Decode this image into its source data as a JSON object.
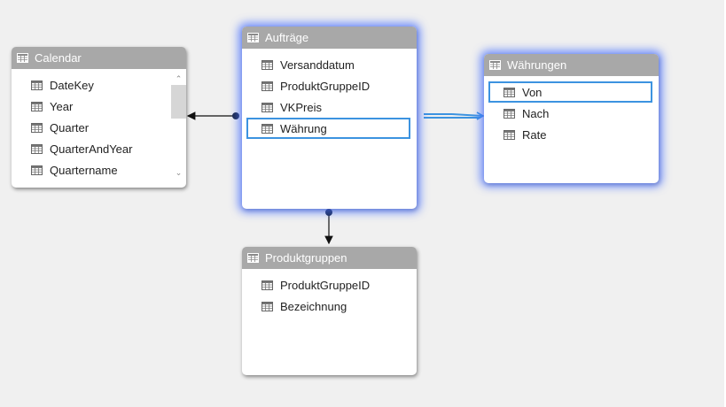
{
  "tables": {
    "calendar": {
      "title": "Calendar",
      "fields": [
        "DateKey",
        "Year",
        "Quarter",
        "QuarterAndYear",
        "Quartername"
      ]
    },
    "auftraege": {
      "title": "Aufträge",
      "fields": [
        "Versanddatum",
        "ProduktGruppeID",
        "VKPreis",
        "Währung"
      ]
    },
    "waehrungen": {
      "title": "Währungen",
      "fields": [
        "Von",
        "Nach",
        "Rate"
      ]
    },
    "produktgruppen": {
      "title": "Produktgruppen",
      "fields": [
        "ProduktGruppeID",
        "Bezeichnung"
      ]
    }
  },
  "colors": {
    "background": "#f0f0f0",
    "header": "#a8a8a8",
    "selection_glow": "#4a6cff",
    "field_highlight": "#3c93e0",
    "connector": "#1a1a1a",
    "connector_dot": "#1c2a4a",
    "connector_blue": "#3c93e0"
  }
}
